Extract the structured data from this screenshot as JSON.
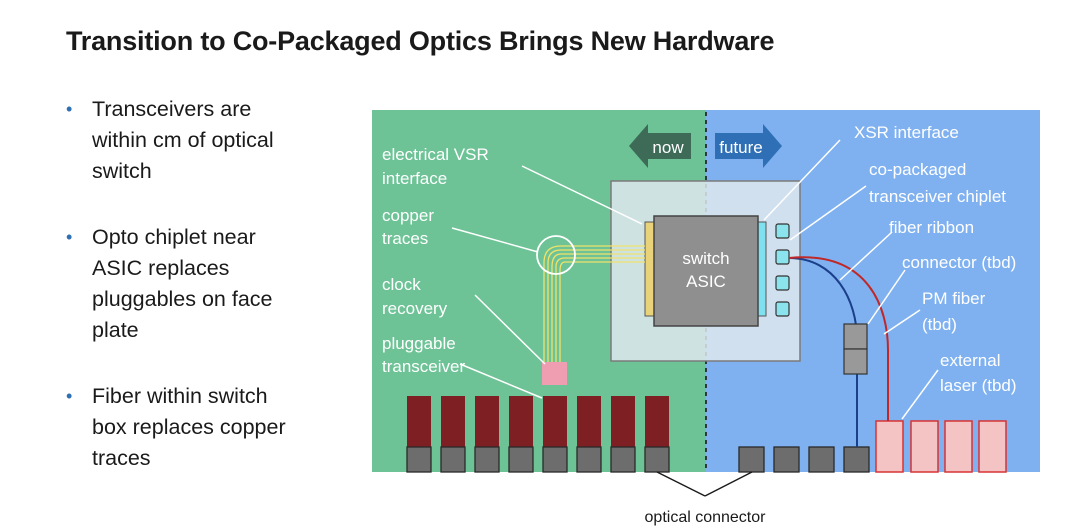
{
  "title": "Transition to Co-Packaged Optics Brings New Hardware",
  "bullets": [
    {
      "lines": [
        "Transceivers are",
        "within cm of optical",
        "switch"
      ]
    },
    {
      "lines": [
        "Opto chiplet near",
        "ASIC replaces",
        "pluggables on face",
        "plate"
      ]
    },
    {
      "lines": [
        "Fiber within switch",
        "box replaces copper",
        "traces"
      ]
    }
  ],
  "diagram": {
    "arrow_now": "now",
    "arrow_future": "future",
    "asic": [
      "switch",
      "ASIC"
    ],
    "left_labels": {
      "electrical_vsr": [
        "electrical VSR",
        "interface"
      ],
      "copper_traces": [
        "copper",
        "traces"
      ],
      "clock_recovery": [
        "clock",
        "recovery"
      ],
      "pluggable_transceiver": [
        "pluggable",
        "transceiver"
      ]
    },
    "right_labels": {
      "xsr_interface": "XSR interface",
      "co_packaged": [
        "co-packaged",
        "transceiver chiplet"
      ],
      "fiber_ribbon": "fiber ribbon",
      "connector": "connector (tbd)",
      "pm_fiber": [
        "PM fiber",
        "(tbd)"
      ],
      "external_laser": [
        "external",
        "laser (tbd)"
      ]
    },
    "bottom_label": "optical connector",
    "colors": {
      "left_panel": "#6dc396",
      "right_panel": "#7fb1f0",
      "arrow_now": "#3d6b57",
      "arrow_future": "#2f6fb5",
      "pluggable_module": "#7e1f23",
      "connector_gray": "#6d6d6d",
      "laser_pink": "#f4c4c4"
    }
  }
}
